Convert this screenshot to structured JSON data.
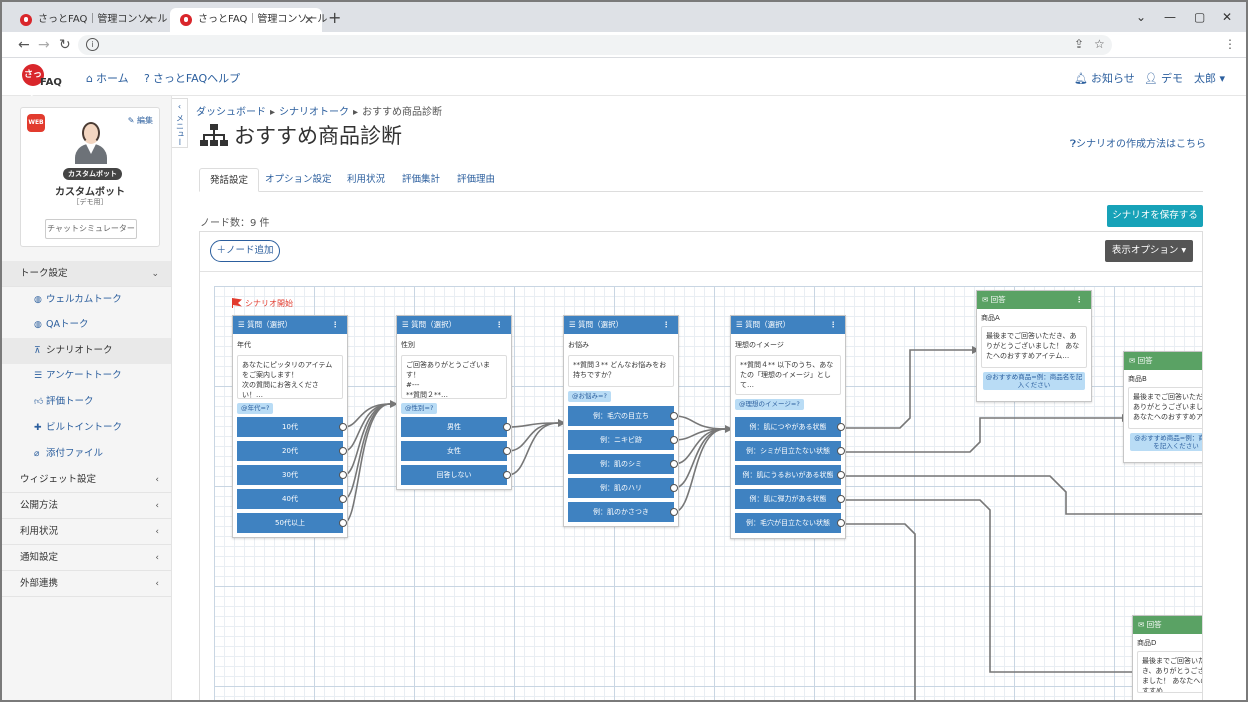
{
  "browser": {
    "tabs": [
      {
        "title": "さっとFAQ｜管理コンソール"
      },
      {
        "title": "さっとFAQ｜管理コンソール"
      }
    ],
    "new_tab": "+",
    "close": "✕"
  },
  "header": {
    "logo_text": "FAQ",
    "logo_mark": "さっと",
    "nav": {
      "home": "ホーム",
      "help": "さっとFAQヘルプ"
    },
    "notice": "お知らせ",
    "user": "デモ　太郎"
  },
  "sidebar": {
    "web_badge": "WEB",
    "edit": "編集",
    "bot_badge": "カスタムボット",
    "bot_name": "カスタムボット",
    "bot_sub": "［デモ用］",
    "simulator": "チャットシミュレーター",
    "sections": [
      {
        "label": "トーク設定",
        "open": true
      },
      {
        "label": "ウィジェット設定"
      },
      {
        "label": "公開方法"
      },
      {
        "label": "利用状況"
      },
      {
        "label": "通知設定"
      },
      {
        "label": "外部連携"
      }
    ],
    "items": [
      {
        "label": "ウェルカムトーク",
        "icon": "welcome-icon"
      },
      {
        "label": "QAトーク",
        "icon": "qa-icon"
      },
      {
        "label": "シナリオトーク",
        "icon": "sitemap-icon",
        "active": true
      },
      {
        "label": "アンケートトーク",
        "icon": "list-icon"
      },
      {
        "label": "評価トーク",
        "icon": "thumbs-up-icon"
      },
      {
        "label": "ビルトイントーク",
        "icon": "puzzle-icon"
      },
      {
        "label": "添付ファイル",
        "icon": "paperclip-icon"
      }
    ],
    "toggle_label": "メニュー"
  },
  "main": {
    "breadcrumb": [
      "ダッシュボード",
      "シナリオトーク",
      "おすすめ商品診断"
    ],
    "title": "おすすめ商品診断",
    "help_link": "シナリオの作成方法はこちら",
    "tabs": [
      "発話設定",
      "オプション設定",
      "利用状況",
      "評価集計",
      "評価理由"
    ],
    "node_count": "ノード数：9 件",
    "save_button": "シナリオを保存する",
    "add_node": "ノード追加",
    "display_options": "表示オプション"
  },
  "canvas": {
    "start_label": "シナリオ開始",
    "question_nodes": [
      {
        "header": "質問（選択）",
        "label": "年代",
        "message": "あなたにピッタリのアイテムをご案内します！\n次の質問にお答えください！…",
        "var": "@年代=?",
        "options": [
          "10代",
          "20代",
          "30代",
          "40代",
          "50代以上"
        ]
      },
      {
        "header": "質問（選択）",
        "label": "性別",
        "message": "ご回答ありがとうございます！\n#---\n**質問２**…",
        "var": "@性別=?",
        "options": [
          "男性",
          "女性",
          "回答しない"
        ]
      },
      {
        "header": "質問（選択）",
        "label": "お悩み",
        "message": "**質問３**\nどんなお悩みをお持ちですか？",
        "var": "@お悩み=?",
        "options": [
          "例：毛穴の目立ち",
          "例：ニキビ跡",
          "例：肌のシミ",
          "例：肌のハリ",
          "例：肌のかさつき"
        ]
      },
      {
        "header": "質問（選択）",
        "label": "理想のイメージ",
        "message": "**質問４**\n以下のうち、あなたの「理想のイメージ」として…",
        "var": "@理想のイメージ=?",
        "options": [
          "例：肌につやがある状態",
          "例：シミが目立たない状態",
          "例：肌にうるおいがある状態",
          "例：肌に弾力がある状態",
          "例：毛穴が目立たない状態"
        ]
      }
    ],
    "answer_nodes": [
      {
        "header": "回答",
        "label": "商品A",
        "message": "最後までご回答いただき、ありがとうございました！\nあなたへのおすすめアイテム…",
        "var": "@おすすめ商品=例：商品名を記入ください"
      },
      {
        "header": "回答",
        "label": "商品B",
        "message": "最後までご回答いただき、ありがとうございました！\nあなたへのおすすめア…",
        "var": "@おすすめ商品=例：商品名を記入ください"
      },
      {
        "header": "回答",
        "label": "商品D",
        "message": "最後までご回答いただき、ありがとうございました！\nあなたへのおすすめ…",
        "var": ""
      }
    ],
    "colors": {
      "question": "#3f82c1",
      "answer": "#5aa264",
      "accent": "#17a2b8"
    }
  }
}
